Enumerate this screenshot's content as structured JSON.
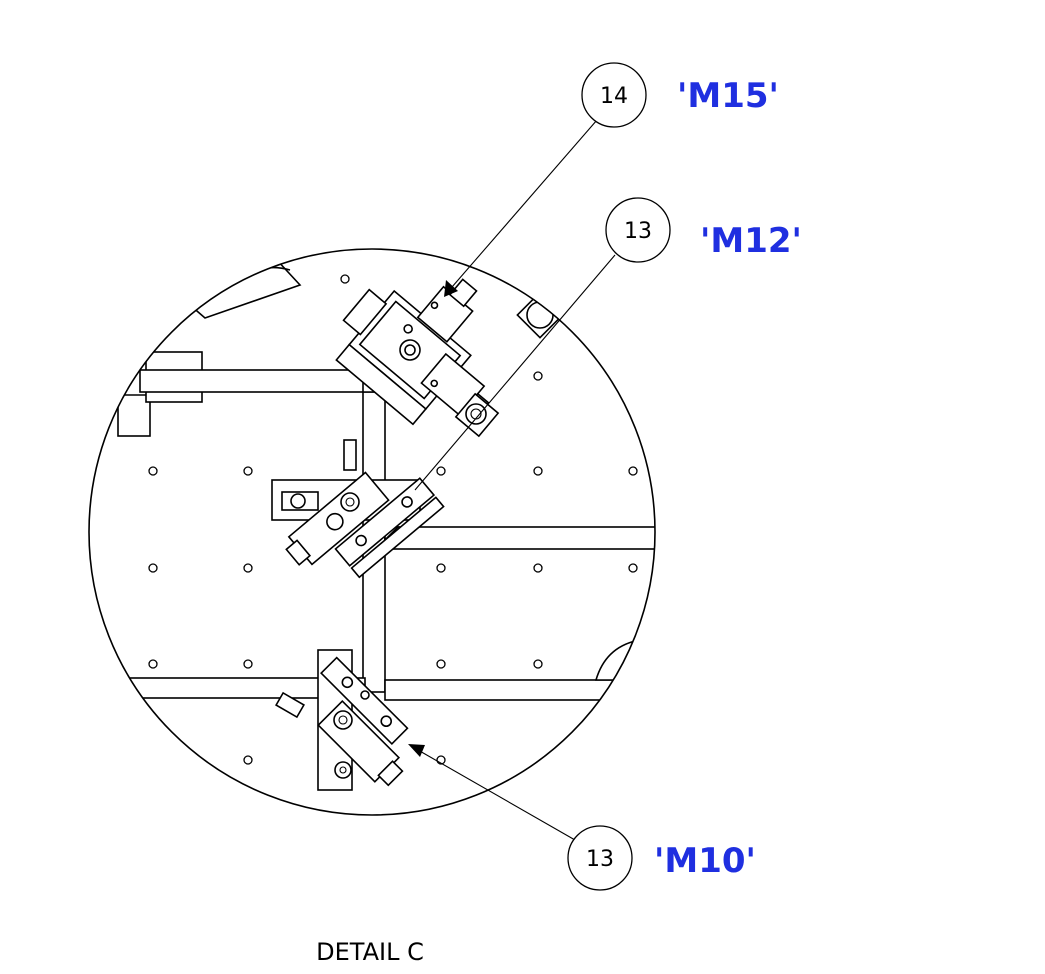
{
  "view_title": "DETAIL C",
  "callouts": [
    {
      "balloon": "14",
      "tag": "'M15'"
    },
    {
      "balloon": "13",
      "tag": "'M12'"
    },
    {
      "balloon": "13",
      "tag": "'M10'"
    }
  ],
  "colors": {
    "line": "#000000",
    "tag": "#1f2fe0",
    "background": "#ffffff"
  }
}
